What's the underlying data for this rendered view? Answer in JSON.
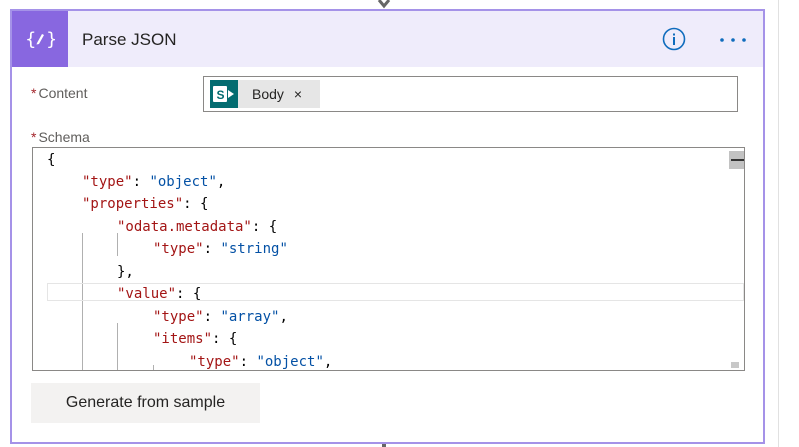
{
  "card": {
    "title": "Parse JSON",
    "icon": "json-braces-icon",
    "accent_color": "#8867e0",
    "header_bg": "#efecfb",
    "border_color": "#a592e8",
    "info_icon": "info-icon",
    "more_icon": "ellipsis-icon"
  },
  "content_field": {
    "required_mark": "*",
    "label": "Content",
    "token": {
      "label": "Body",
      "remove": "×",
      "icon": "sharepoint-icon",
      "icon_color": "#036c70"
    }
  },
  "schema_field": {
    "required_mark": "*",
    "label": "Schema",
    "lines": [
      {
        "k1": "",
        "p1": "{",
        "v1": "",
        "p2": ""
      },
      {
        "k1": "\"type\"",
        "p1": ": ",
        "v1": "\"object\"",
        "p2": ","
      },
      {
        "k1": "\"properties\"",
        "p1": ": {",
        "v1": "",
        "p2": ""
      },
      {
        "k1": "\"odata.metadata\"",
        "p1": ": {",
        "v1": "",
        "p2": ""
      },
      {
        "k1": "\"type\"",
        "p1": ": ",
        "v1": "\"string\"",
        "p2": ""
      },
      {
        "k1": "",
        "p1": "},",
        "v1": "",
        "p2": ""
      },
      {
        "k1": "\"value\"",
        "p1": ": {",
        "v1": "",
        "p2": ""
      },
      {
        "k1": "\"type\"",
        "p1": ": ",
        "v1": "\"array\"",
        "p2": ","
      },
      {
        "k1": "\"items\"",
        "p1": ": {",
        "v1": "",
        "p2": ""
      },
      {
        "k1": "\"type\"",
        "p1": ": ",
        "v1": "\"object\"",
        "p2": ","
      }
    ]
  },
  "generate_button": {
    "label": "Generate from sample"
  }
}
